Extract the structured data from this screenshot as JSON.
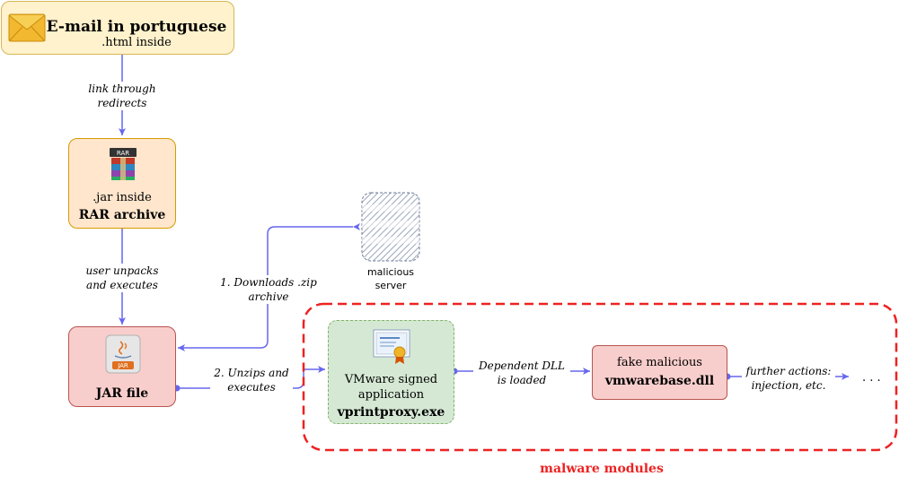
{
  "nodes": {
    "email": {
      "title": "E-mail in portuguese",
      "subtitle": ".html inside"
    },
    "rar": {
      "line1": ".jar inside",
      "line2": "RAR archive",
      "icon_text": "RAR"
    },
    "server": {
      "line1": "malicious",
      "line2": "server"
    },
    "jar": {
      "title": "JAR file",
      "icon_text": "JAR"
    },
    "vmware": {
      "line1": "VMware signed",
      "line2": "application",
      "line3": "vprintproxy.exe"
    },
    "dll": {
      "line1": "fake malicious",
      "line2": "vmwarebase.dll"
    },
    "more": {
      "text": ". . ."
    }
  },
  "edges": {
    "email_rar": {
      "line1": "link through",
      "line2": "redirects"
    },
    "rar_jar": {
      "line1": "user unpacks",
      "line2": "and executes"
    },
    "jar_server": {
      "line1": "1. Downloads .zip",
      "line2": "archive"
    },
    "jar_vmware": {
      "line1": "2. Unzips and",
      "line2": "executes"
    },
    "vmware_dll": {
      "line1": "Dependent DLL",
      "line2": "is loaded"
    },
    "dll_more": {
      "line1": "further actions:",
      "line2": "injection, etc."
    }
  },
  "group": {
    "label": "malware modules"
  },
  "colors": {
    "arrow": "#6666ee",
    "group_border": "#ee2222",
    "email_fill": "#fff2cc",
    "email_border": "#d6b656",
    "rar_fill": "#ffe6cc",
    "rar_border": "#d79b00",
    "jar_fill": "#f8cecc",
    "jar_border": "#b85450",
    "vmware_fill": "#d5e8d4",
    "vmware_border": "#82b366",
    "dll_fill": "#f8cecc",
    "dll_border": "#b85450"
  }
}
